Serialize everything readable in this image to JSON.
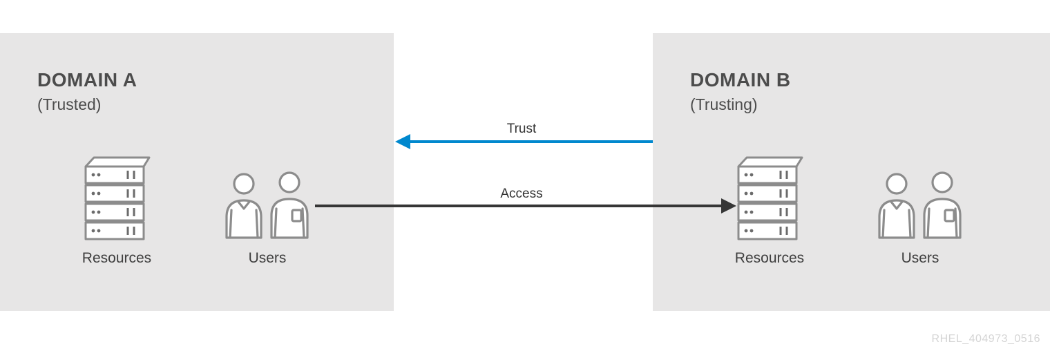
{
  "diagram": {
    "domain_a": {
      "title": "DOMAIN A",
      "subtitle": "(Trusted)",
      "resources_label": "Resources",
      "users_label": "Users"
    },
    "domain_b": {
      "title": "DOMAIN B",
      "subtitle": "(Trusting)",
      "resources_label": "Resources",
      "users_label": "Users"
    },
    "arrows": {
      "trust": {
        "label": "Trust",
        "color": "#0088ce",
        "direction": "right-to-left"
      },
      "access": {
        "label": "Access",
        "color": "#363636",
        "direction": "left-to-right"
      }
    },
    "watermark": "RHEL_404973_0516",
    "colors": {
      "box_background": "#e7e6e6",
      "title_text": "#4c4c4c",
      "icon_stroke": "#8c8c8c"
    }
  }
}
